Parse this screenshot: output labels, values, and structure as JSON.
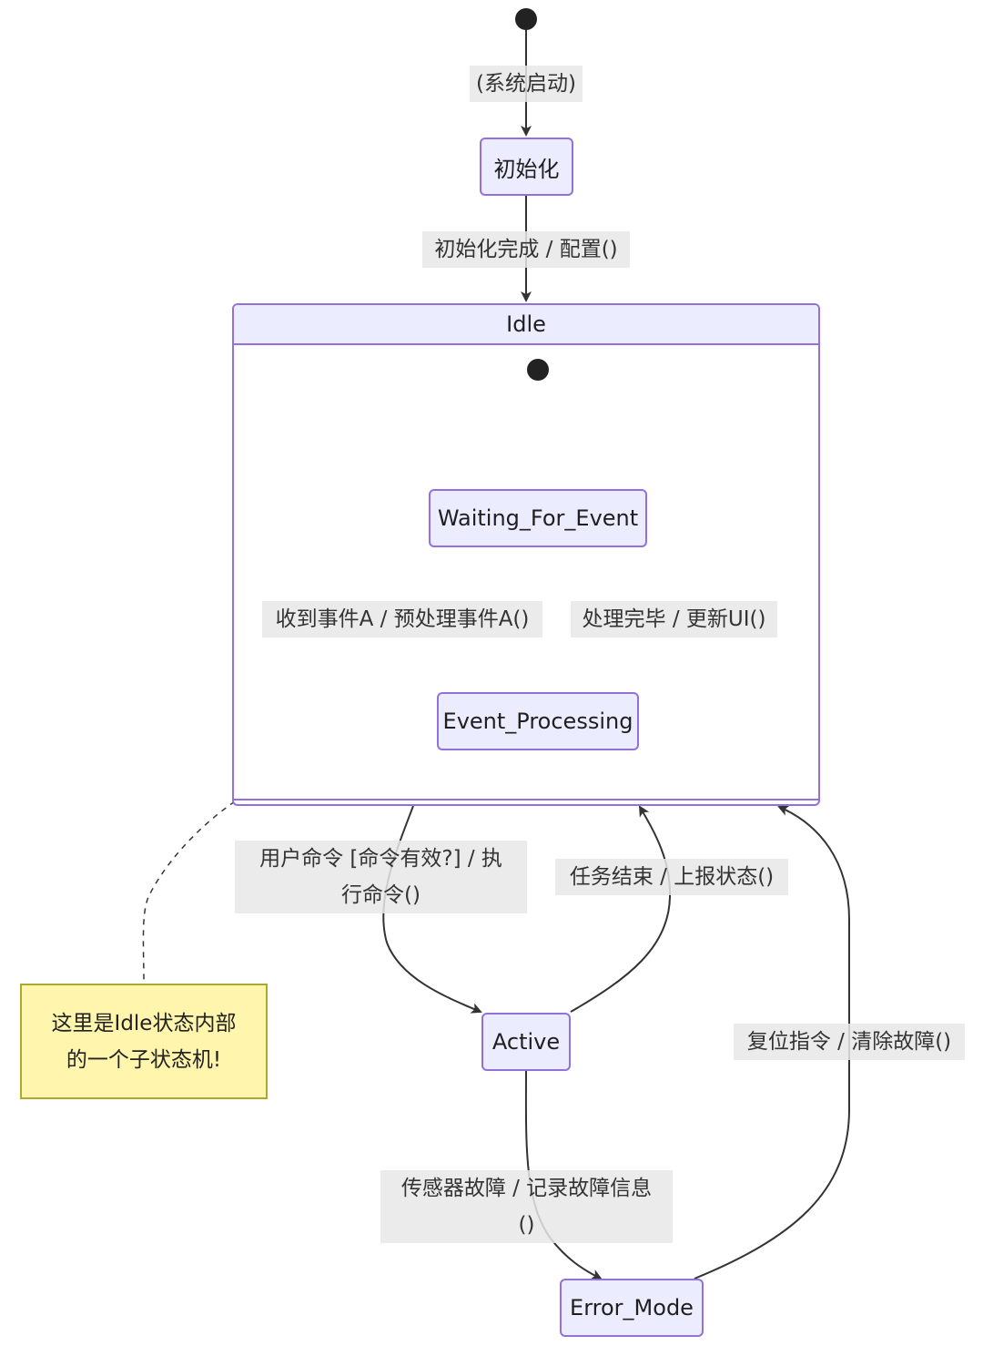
{
  "diagram": {
    "type": "state-diagram",
    "colors": {
      "node_fill": "#ECECFF",
      "node_border": "#9370DB",
      "edge": "#333333",
      "label_bg": "#E8E8E8",
      "note_fill": "#FFF5AD",
      "note_border": "#AAAA33"
    },
    "states": {
      "init": "初始化",
      "idle": "Idle",
      "waiting": "Waiting_For_Event",
      "processing": "Event_Processing",
      "active": "Active",
      "error": "Error_Mode"
    },
    "transitions": {
      "start": "(系统启动)",
      "init_done": "初始化完成 / 配置()",
      "event_a": "收到事件A / 预处理事件A()",
      "processed": "处理完毕 / 更新UI()",
      "user_cmd_line1": "用户命令 [命令有效?] / 执",
      "user_cmd_line2": "行命令()",
      "task_end": "任务结束 / 上报状态()",
      "reset": "复位指令 / 清除故障()",
      "sensor_line1": "传感器故障 / 记录故障信息",
      "sensor_line2": "()"
    },
    "note": {
      "line1": "这里是Idle状态内部",
      "line2": "的一个子状态机!"
    }
  }
}
